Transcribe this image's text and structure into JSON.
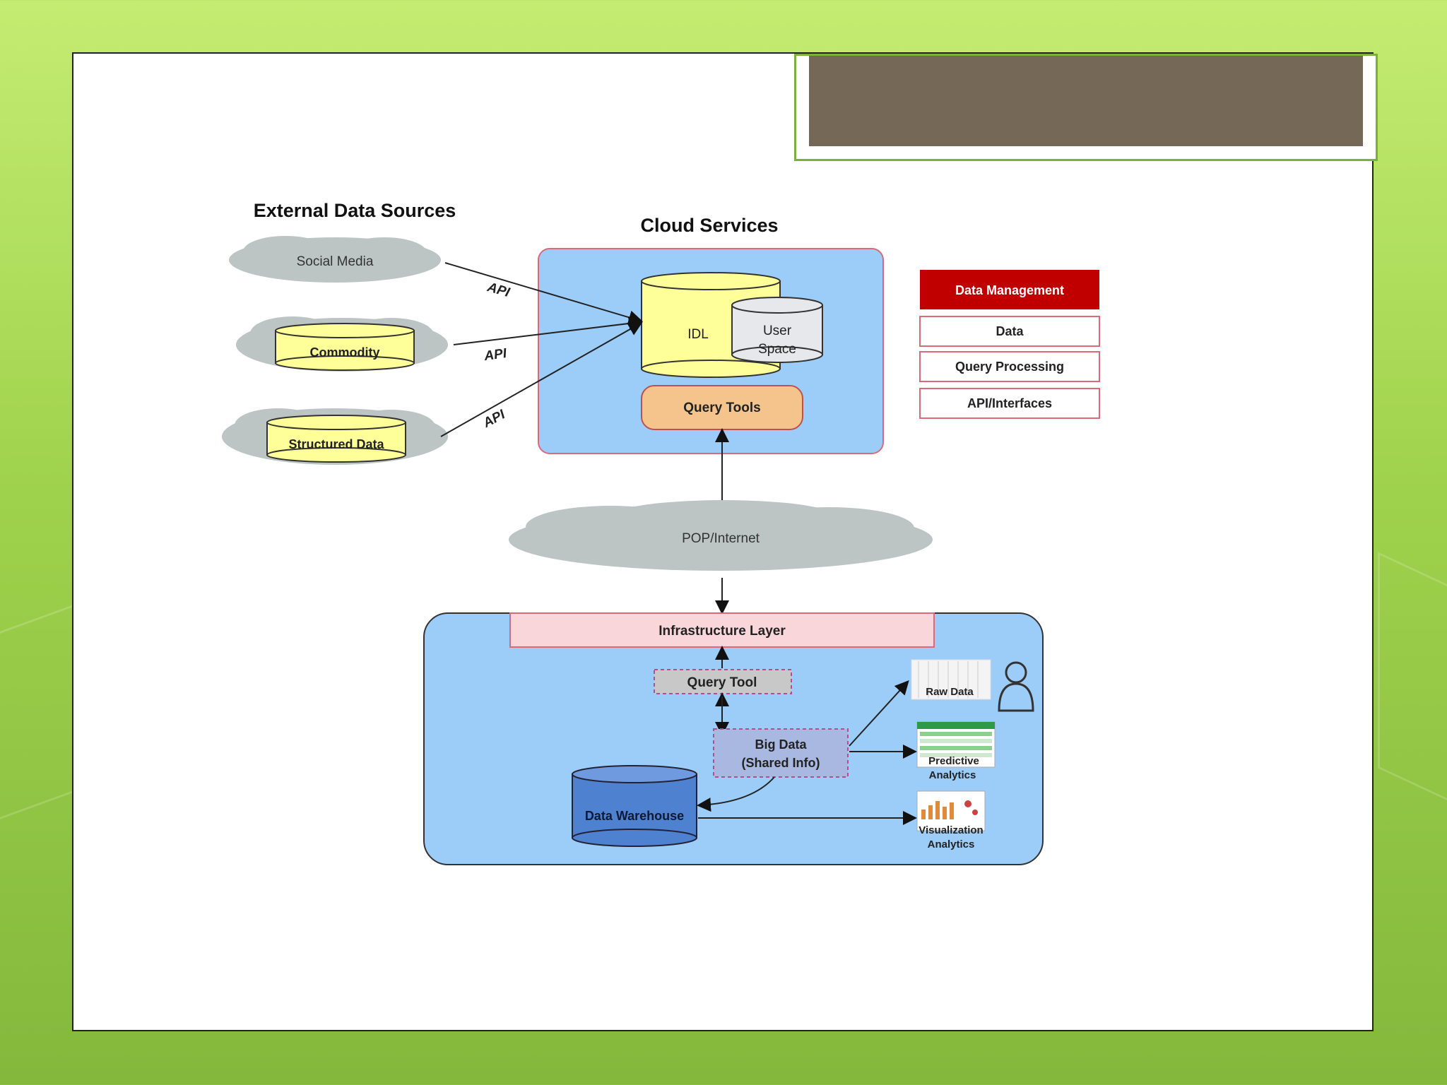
{
  "colors": {
    "background_green": "#9fd24c",
    "title_box_fill": "#756857",
    "cloud_panel": "#9ccdf8",
    "cylinder_yellow": "#ffff99",
    "query_tools_orange": "#f4c48c",
    "data_management_red": "#c00000",
    "warehouse_blue": "#4f81d1",
    "cloud_gray": "#bcc4c4"
  },
  "diagram": {
    "external_title": "External Data Sources",
    "cloud_services_title": "Cloud Services",
    "sources": {
      "social_media": "Social Media",
      "commodity": "Commodity",
      "structured_data": "Structured Data"
    },
    "api_labels": [
      "API",
      "API",
      "API"
    ],
    "idl": "IDL",
    "user_space_line1": "User",
    "user_space_line2": "Space",
    "query_tools": "Query Tools",
    "legend": {
      "header": "Data Management",
      "items": [
        "Data",
        "Query Processing",
        "API/Interfaces"
      ]
    },
    "pop_internet": "POP/Internet",
    "infrastructure_layer": "Infrastructure Layer",
    "query_tool": "Query Tool",
    "big_data_line1": "Big Data",
    "big_data_line2": "(Shared Info)",
    "data_warehouse": "Data Warehouse",
    "outputs": {
      "raw_data": "Raw Data",
      "predictive_line1": "Predictive",
      "predictive_line2": "Analytics",
      "visualization_line1": "Visualization",
      "visualization_line2": "Analytics"
    }
  }
}
